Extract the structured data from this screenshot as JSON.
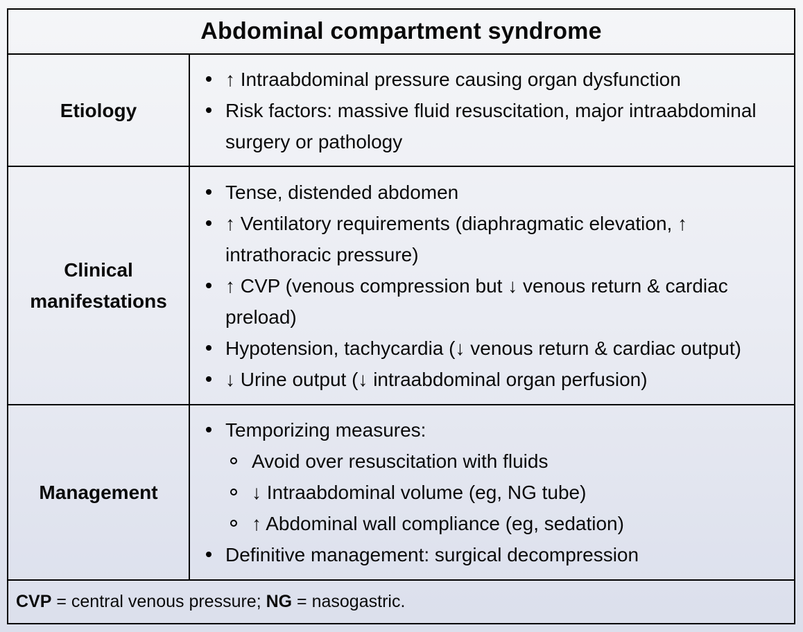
{
  "title": "Abdominal compartment syndrome",
  "sections": [
    {
      "label": "Etiology",
      "items": [
        {
          "level": 1,
          "text": "↑ Intraabdominal pressure causing organ dysfunction"
        },
        {
          "level": 1,
          "text": "Risk factors: massive fluid resuscitation, major intraabdominal surgery or pathology"
        }
      ]
    },
    {
      "label": "Clinical manifestations",
      "items": [
        {
          "level": 1,
          "text": "Tense, distended abdomen"
        },
        {
          "level": 1,
          "text": "↑ Ventilatory requirements (diaphragmatic elevation, ↑ intrathoracic pressure)"
        },
        {
          "level": 1,
          "text": "↑ CVP (venous compression but ↓ venous return & cardiac preload)"
        },
        {
          "level": 1,
          "text": "Hypotension, tachycardia (↓ venous return & cardiac output)"
        },
        {
          "level": 1,
          "text": "↓ Urine output (↓ intraabdominal organ perfusion)"
        }
      ]
    },
    {
      "label": "Management",
      "items": [
        {
          "level": 1,
          "text": "Temporizing measures:"
        },
        {
          "level": 2,
          "text": "Avoid over resuscitation with fluids"
        },
        {
          "level": 2,
          "text": "↓ Intraabdominal volume (eg, NG tube)"
        },
        {
          "level": 2,
          "text": "↑ Abdominal wall compliance (eg, sedation)"
        },
        {
          "level": 1,
          "text": "Definitive management: surgical decompression"
        }
      ]
    }
  ],
  "footnote": {
    "abbr1": "CVP",
    "def1": " = central venous pressure; ",
    "abbr2": "NG",
    "def2": " = nasogastric."
  },
  "colors": {
    "border": "#000000",
    "text": "#0a0a0a",
    "background_top": "#f5f6f8",
    "background_bottom": "#dbdfec"
  }
}
